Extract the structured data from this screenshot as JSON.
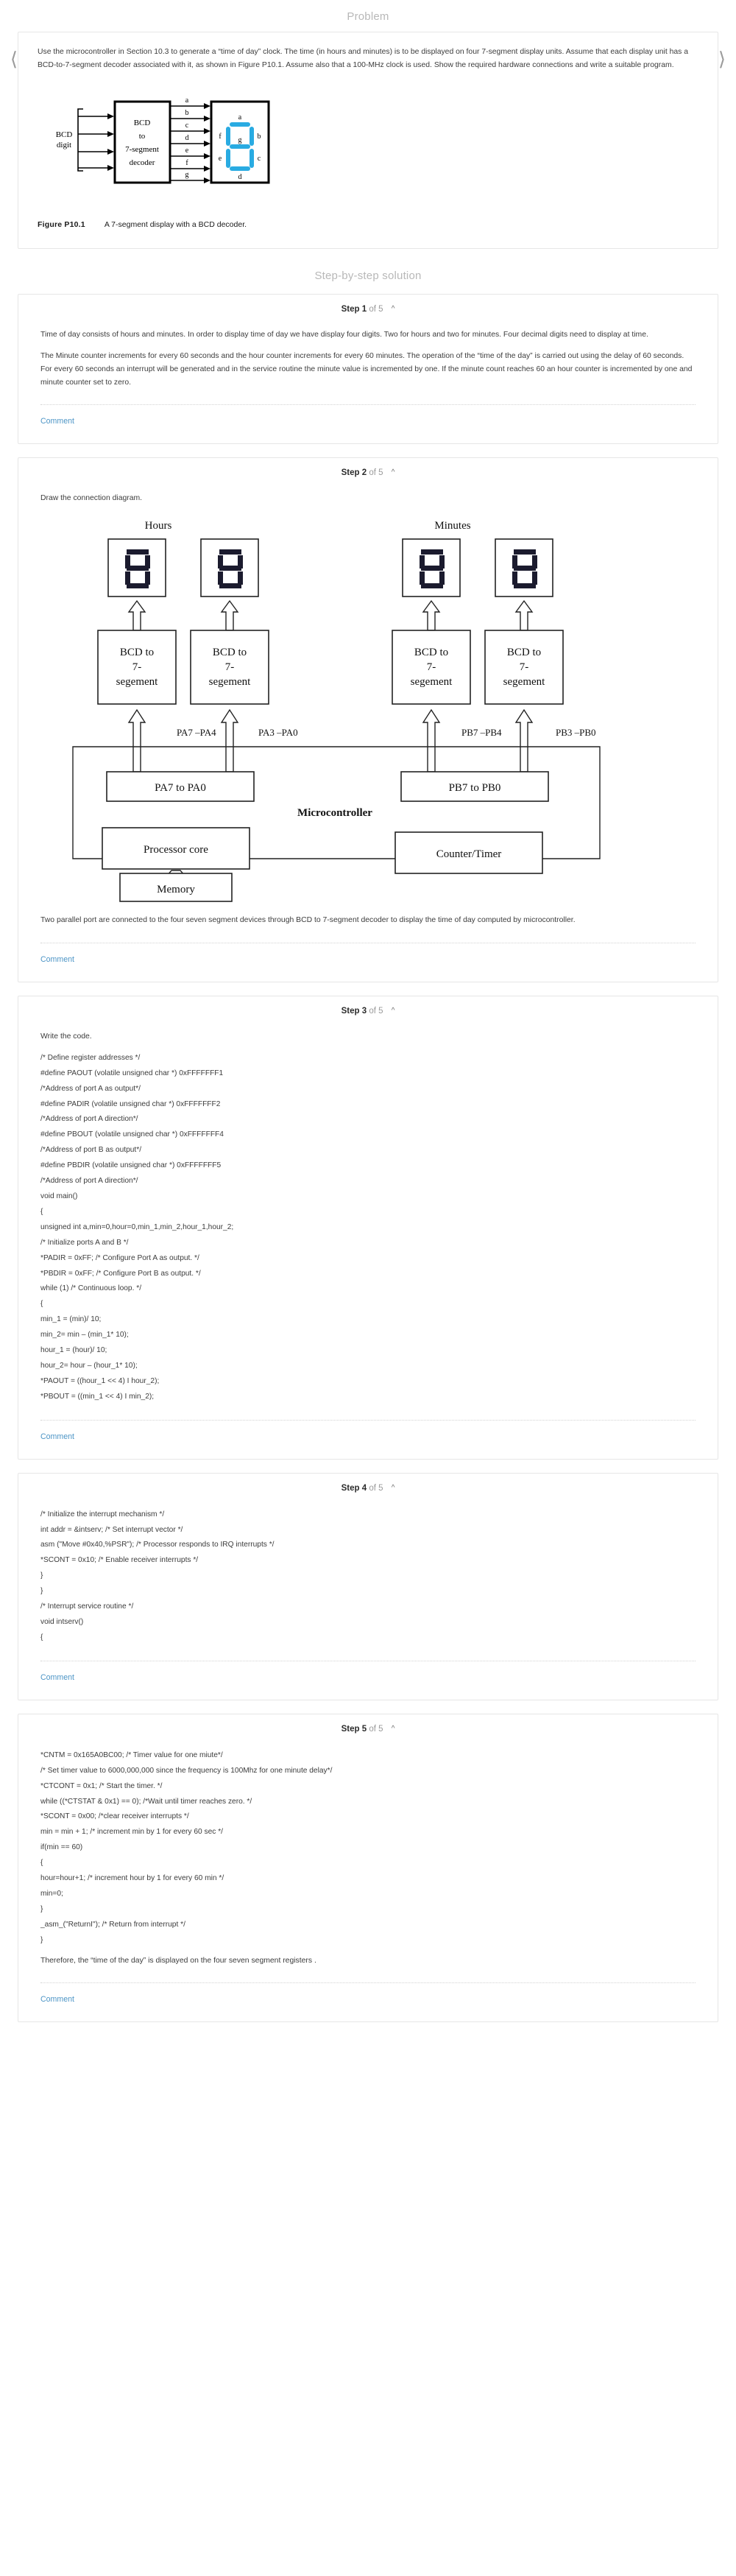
{
  "nav": {
    "prev_icon": "chevron-left-icon",
    "next_icon": "chevron-right-icon"
  },
  "problem": {
    "section_title": "Problem",
    "text": "Use the microcontroller in Section 10.3 to generate a “time of day” clock. The time (in hours and minutes) is to be displayed on four 7-segment display units. Assume that each display unit has a BCD-to-7-segment decoder associated with it, as shown in Figure P10.1. Assume also that a 100-MHz clock is used. Show the required hardware connections and write a suitable program.",
    "figure": {
      "caption_number": "Figure P10.1",
      "caption_text": "A 7-segment display with a BCD decoder.",
      "input_label_line1": "BCD",
      "input_label_line2": "digit",
      "decoder_line1": "BCD",
      "decoder_line2": "to",
      "decoder_line3": "7-segment",
      "decoder_line4": "decoder",
      "segment_lines": [
        "a",
        "b",
        "c",
        "d",
        "e",
        "f",
        "g"
      ],
      "display_segment_labels": [
        "a",
        "b",
        "c",
        "d",
        "e",
        "f",
        "g"
      ],
      "segment_color": "#29ABE2"
    }
  },
  "solution": {
    "section_title": "Step-by-step solution",
    "comment_label": "Comment",
    "of_label": "of",
    "total_steps": "5",
    "caret_icon": "chevron-up-icon",
    "steps": [
      {
        "index": "1",
        "paragraphs": [
          "Time of day consists of hours and minutes. In order to display time of day we have display four digits. Two for hours and two for minutes. Four decimal digits need to display at time.",
          "The Minute counter increments for every 60 seconds and the hour counter increments for every 60 minutes. The operation of the “time of the day” is carried out using the delay of 60 seconds. For every 60 seconds an interrupt will be generated and in the service routine the minute value is incremented by one. If the minute count reaches 60 an hour counter is incremented by one and minute counter set to zero."
        ]
      },
      {
        "index": "2",
        "intro": "Draw the connection diagram.",
        "diagram": {
          "hours_label": "Hours",
          "minutes_label": "Minutes",
          "decoder_line1": "BCD to",
          "decoder_line2": "7-",
          "decoder_line3": "segement",
          "bus_labels": [
            "PA7 –PA4",
            "PA3 –PA0",
            "PB7 –PB4",
            "PB3 –PB0"
          ],
          "port_a_box": "PA7  to  PA0",
          "port_b_box": "PB7  to  PB0",
          "microcontroller_label": "Microcontroller",
          "processor_core_label": "Processor core",
          "counter_timer_label": "Counter/Timer",
          "memory_label": "Memory"
        },
        "paragraphs": [
          "Two parallel port are connected to the four seven segment devices through BCD to 7-segment decoder to display the time of day computed by microcontroller."
        ]
      },
      {
        "index": "3",
        "intro": "Write the code.",
        "code": [
          "/* Define register addresses */",
          "#define PAOUT (volatile unsigned char *) 0xFFFFFFF1",
          "/*Address of port A as output*/",
          "#define PADIR (volatile unsigned char *) 0xFFFFFFF2",
          "/*Address of port A direction*/",
          "#define PBOUT (volatile unsigned char *) 0xFFFFFFF4",
          "/*Address of port B as output*/",
          "#define PBDIR (volatile unsigned char *) 0xFFFFFFF5",
          "/*Address of port A direction*/",
          "void main()",
          "{",
          "unsigned int a,min=0,hour=0,min_1,min_2,hour_1,hour_2;",
          "/* Initialize ports A and B */",
          "*PADIR = 0xFF; /* Configure Port A as output. */",
          "*PBDIR = 0xFF; /* Configure Port B as output. */",
          "while (1) /* Continuous loop. */",
          "{",
          "min_1 = (min)/ 10;",
          "min_2= min – (min_1* 10);",
          "hour_1 = (hour)/ 10;",
          "hour_2= hour – (hour_1* 10);",
          "*PAOUT = ((hour_1 << 4) I hour_2);",
          "*PBOUT = ((min_1 << 4) I min_2);"
        ]
      },
      {
        "index": "4",
        "code": [
          "/* Initialize the interrupt mechanism */",
          "int addr = &intserv; /* Set interrupt vector */",
          "asm (\"Move #0x40,%PSR\"); /* Processor responds to IRQ interrupts */",
          "*SCONT = 0x10; /* Enable receiver interrupts */",
          "}",
          "}",
          "/* Interrupt service routine */",
          "void intserv()",
          "{"
        ]
      },
      {
        "index": "5",
        "code": [
          "*CNTM = 0x165A0BC00; /* Timer value for one miute*/",
          "/* Set timer value to 6000,000,000 since the frequency is 100Mhz for one minute delay*/",
          "*CTCONT = 0x1; /* Start the timer. */",
          "while ((*CTSTAT & 0x1) == 0); /*Wait until timer reaches zero. */",
          "*SCONT = 0x00; /*clear receiver interrupts */",
          "min = min + 1; /* increment min by 1 for every 60 sec */",
          "if(min == 60)",
          "{",
          "hour=hour+1; /* increment hour by 1 for every 60 min */",
          "min=0;",
          "}",
          "_asm_(\"ReturnI\"); /* Return from interrupt */",
          "}"
        ],
        "conclusion": "Therefore, the “time of the day” is displayed on the four seven segment registers ."
      }
    ]
  }
}
